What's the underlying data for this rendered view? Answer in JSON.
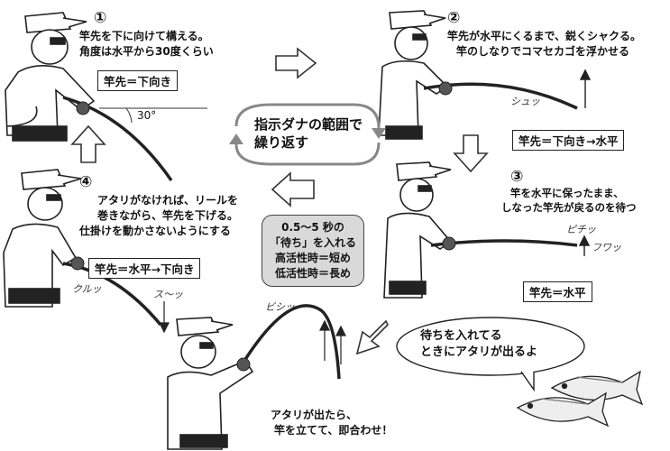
{
  "steps": [
    {
      "number": "①",
      "lines": [
        "竿先を下に向けて構える。",
        "角度は水平から30度くらい"
      ],
      "badge": "竿先＝下向き"
    },
    {
      "number": "②",
      "lines": [
        "竿先が水平にくるまで、鋭くシャクる。",
        "竿のしなりでコマセカゴを浮かせる"
      ],
      "badge": "竿先＝下向き→水平"
    },
    {
      "number": "③",
      "lines": [
        "竿を水平に保ったまま、",
        "しなった竿先が戻るのを待つ"
      ],
      "badge": "竿先＝水平"
    },
    {
      "number": "④",
      "lines": [
        "アタリがなければ、リールを",
        "巻きながら、竿先を下げる。",
        "仕掛けを動かさないようにする"
      ],
      "badge": "竿先＝水平→下向き"
    }
  ],
  "angle_label": "30°",
  "center_loop": [
    "指示ダナの範囲で",
    "繰り返す"
  ],
  "wait_box": [
    "0.5～5 秒の",
    "「待ち」を入れる",
    "高活性時＝短め",
    "低活性時＝長め"
  ],
  "strike_caption": [
    "アタリが出たら、",
    "竿を立てて、即合わせ！"
  ],
  "speech_bubble": [
    "待ちを入れてる",
    "ときにアタリが出るよ"
  ],
  "sound_effects": {
    "shakuru": "シュッ",
    "pichi": "ピチッ",
    "fuwa": "フワッ",
    "kururu": "クルッ",
    "sutto": "ス〜ッ",
    "bishi": "ビシッ"
  },
  "colors": {
    "arrow_fill": "#ffffff",
    "arrow_stroke": "#333333",
    "box_fill": "#d9d9d9"
  }
}
